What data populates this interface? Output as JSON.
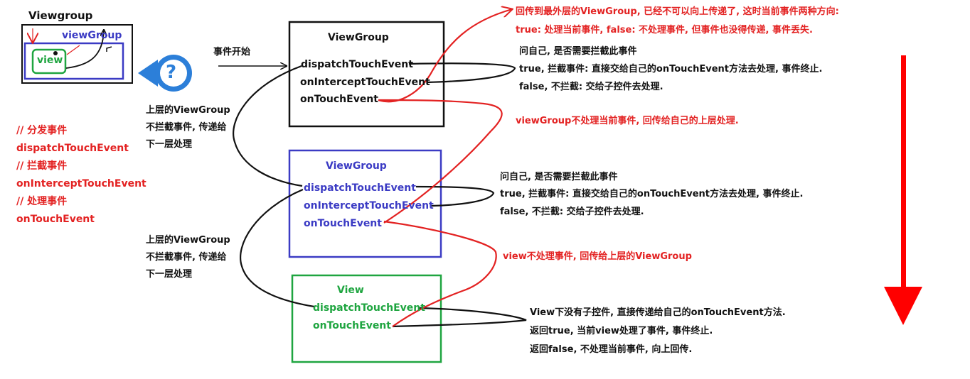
{
  "colors": {
    "black": "#111111",
    "red": "#e32222",
    "blue": "#3b3bc4",
    "green": "#1fa540",
    "qmark": "#2c7fd9"
  },
  "icons": [
    "question-mark-icon",
    "down-arrow-icon"
  ],
  "thumbnail": {
    "title": "Viewgroup",
    "inner_group": "viewGroup",
    "inner_view": "view"
  },
  "legend": {
    "c1": "// 分发事件",
    "m1": "dispatchTouchEvent",
    "c2": "// 拦截事件",
    "m2": "onInterceptTouchEvent",
    "c3": "// 处理事件",
    "m3": "onTouchEvent"
  },
  "start_label": "事件开始",
  "box1": {
    "title": "ViewGroup",
    "m1": "dispatchTouchEvent",
    "m2": "onInterceptTouchEvent",
    "m3": "onTouchEvent"
  },
  "box2": {
    "title": "ViewGroup",
    "m1": "dispatchTouchEvent",
    "m2": "onInterceptTouchEvent",
    "m3": "onTouchEvent"
  },
  "box3": {
    "title": "View",
    "m1": "dispatchTouchEvent",
    "m2": "onTouchEvent"
  },
  "pass1": [
    "上层的ViewGroup",
    "不拦截事件, 传递给",
    "下一层处理"
  ],
  "pass2": [
    "上层的ViewGroup",
    "不拦截事件, 传递给",
    "下一层处理"
  ],
  "top_note": [
    "回传到最外层的ViewGroup, 已经不可以向上传递了, 这时当前事件两种方向:",
    "true: 处理当前事件, false: 不处理事件, 但事件也没得传递, 事件丢失."
  ],
  "ask1": [
    "问自己, 是否需要拦截此事件",
    "true, 拦截事件: 直接交给自己的onTouchEvent方法去处理, 事件终止.",
    "false, 不拦截: 交给子控件去处理."
  ],
  "return1": "viewGroup不处理当前事件, 回传给自己的上层处理.",
  "ask2": [
    "问自己, 是否需要拦截此事件",
    "true, 拦截事件: 直接交给自己的onTouchEvent方法去处理, 事件终止.",
    "false, 不拦截: 交给子控件去处理."
  ],
  "return2": "view不处理事件, 回传给上层的ViewGroup",
  "view_note": [
    "View下没有子控件, 直接传递给自己的onTouchEvent方法.",
    "返回true, 当前view处理了事件, 事件终止.",
    "返回false, 不处理当前事件, 向上回传."
  ],
  "qmark": "?"
}
